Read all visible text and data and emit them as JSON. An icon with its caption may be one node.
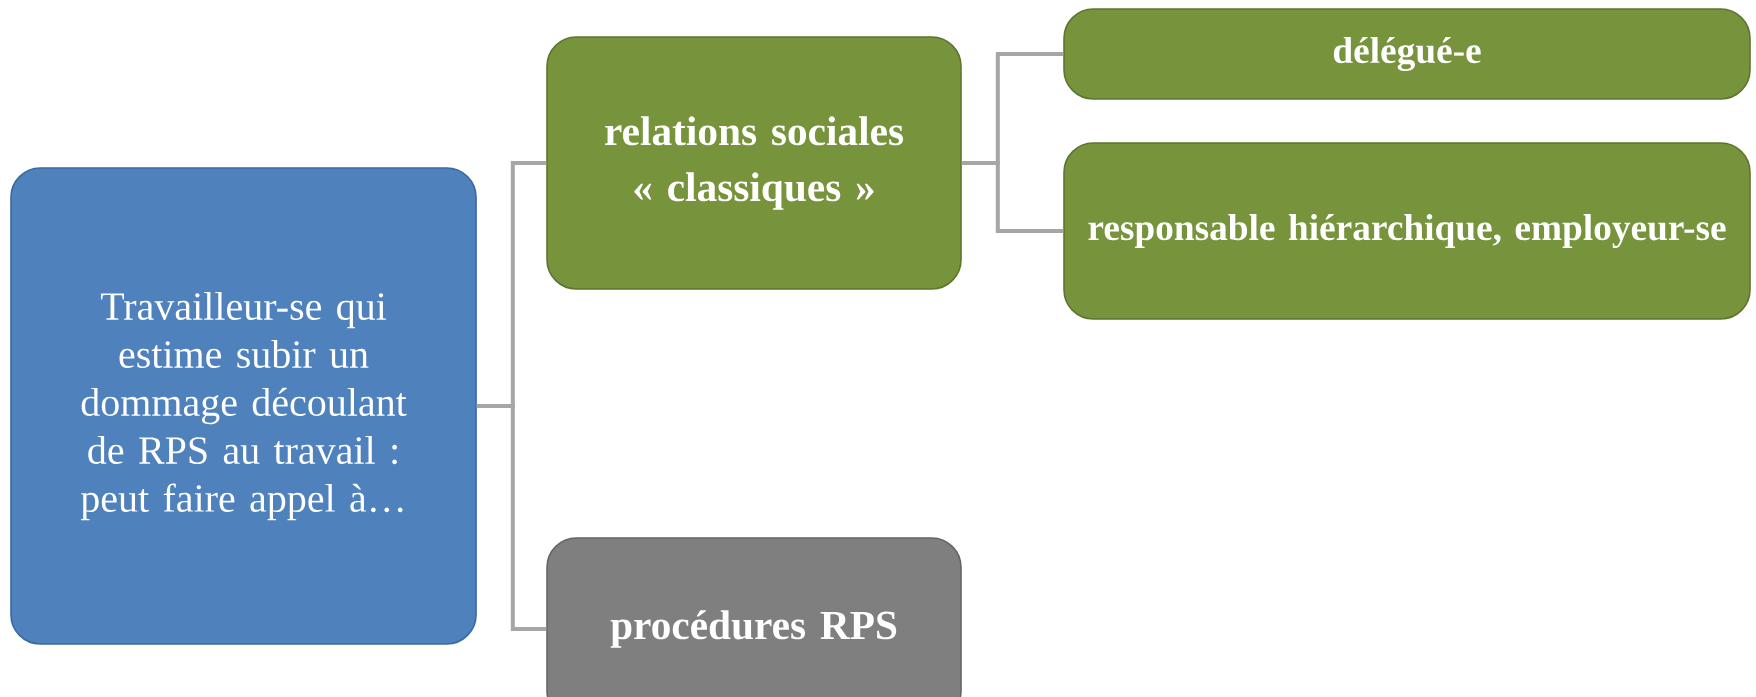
{
  "diagram": {
    "nodes": [
      {
        "text": [
          "Travailleur-se qui estime subir un dommage découlant de RPS au travail : peut faire appel à…"
        ]
      },
      {
        "text": [
          "relations sociales « classiques »"
        ]
      },
      {
        "text": [
          "délégué-e"
        ]
      },
      {
        "text": [
          "responsable hiérarchique, employeur-se"
        ]
      },
      {
        "text": [
          "procédures RPS"
        ]
      }
    ],
    "edges": [
      {
        "from": 0,
        "to": 1,
        "arrow": "none"
      },
      {
        "from": 0,
        "to": 4,
        "arrow": "none"
      },
      {
        "from": 1,
        "to": 2,
        "arrow": "none"
      },
      {
        "from": 1,
        "to": 3,
        "arrow": "none"
      }
    ]
  }
}
